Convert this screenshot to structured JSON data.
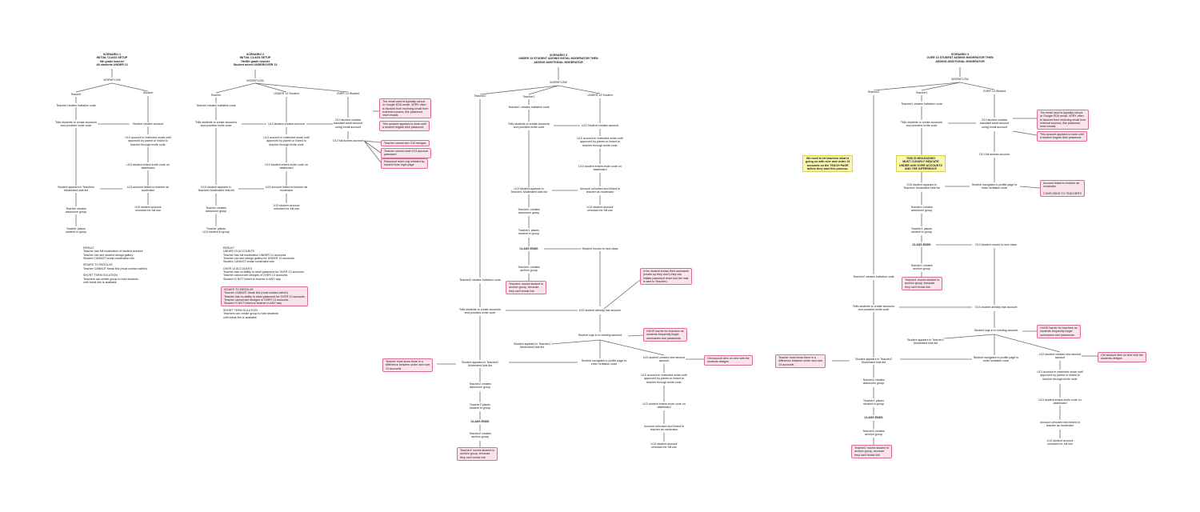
{
  "s1": {
    "title": "SCENARIO 1\nINITIAL CLASS SETUP\n6th grade teacher\nAll students UNDER 13",
    "workflow": "WORKFLOW",
    "teacher": "Teacher",
    "student": "Student",
    "create_code": "Teacher creates invitation code",
    "tells": "Tells students to create accounts\nand provides invite code",
    "student_creates": "Student creates account",
    "restricted": "U13 account in restricted mode until\napproved by parent or linked to\nteacher through invite code",
    "enters_code": "U13 student enters invite code on\ndashboard",
    "appears": "Student appears in Teachers\nModerated kids list",
    "linked": "U13 account linked to teacher as\nmoderator",
    "unlocked": "U13 student account\nunlocked for full use",
    "classroom": "Teacher creates\nclassroom group",
    "places": "Teacher places\nstudent in group",
    "result": "RESULT\nTeacher has full moderation of student account\nTeacher can see student design gallery\nStudent CANNOT break moderation link\n\nISSUES TO RESOLVE\nTeacher CANNOT break link (must contact admin)\n\nSHORT TERM SOLUTION\nTeachers can create group to hold students\nuntil break link is available"
  },
  "s2": {
    "title": "SCENARIO 2\nINITIAL CLASS SETUP\n7th/8th grade teacher\nStudent mixed UNDER/OVER 13",
    "workflow": "WORKFLOW",
    "teacher": "Teacher",
    "under": "UNDER 13 Student",
    "over": "OVER 13 Student",
    "create_code": "Teacher creates invitation code",
    "tells": "Tells students to create accounts\nand provides invite code",
    "u13_creates": "U13 student creates account",
    "o13_creates": "O13 student creates\nstandard adult account\nusing email account",
    "restricted": "U13 account in restricted mode until\napproved by parent or linked to\nteacher through invite code",
    "o13_full": "O13 full access account",
    "enters_code": "U13 student enters invite code on\ndashboard",
    "appears": "U13 student appears in\nTeachers Moderated kids list",
    "linked": "U13 account linked to teacher as\nmoderator",
    "unlocked": "U13 student account\nunlocked for full use",
    "classroom": "Teacher creates\nclassroom group",
    "places": "Teacher places\nU13 student in group",
    "note_email": "The email used is typically school\nor Google EDU email. VERY often\nis blocked from receiving email from\nexternal sources, like password\nreset emails",
    "note_forget": "This account appears to work until\na student forgets their password.",
    "note_designs": "Teacher cannot see O13 designs",
    "note_reset": "Teacher cannot reset O13 account\npassword",
    "note_login": "Password reset only initiated by\nstudent form login page.",
    "result": "RESULT\nUNDER 13 ACCOUNTS\nTeacher has full moderation UNDER 13 accounts\nTeacher can see design gallery for UNDER 13 accounts\nStudent CANNOT break moderation link\n\nOVER 13 ACCOUNTS\nTeacher has no ability to reset password for OVER 13 accounts\nTeacher cannot see designs of OVER 13 accounts\nStudent IS NOT linked to teacher in ANY way",
    "issues": "ISSUES TO RESOLVE\nTeacher CANNOT break link (must contact admin)\nTeacher has no ability to reset password for OVER 13 accounts\nTeacher cannot see designs of OVER 13 accounts\nStudent IS NOT linked to teacher in ANY way",
    "short": "SHORT TERM SOLUTION\nTeachers can create group to hold students\nuntil break link is available"
  },
  "s3": {
    "title": "SCENARIO 3\nUNDER 13 STUDENT ADDING INITIAL MODERATOR THEN\nADDING ADDITIONAL MODERATOR",
    "workflow": "WORKFLOW",
    "teacher2": "Teacher2",
    "teacher1": "Teacher1",
    "under": "UNDER 13 Student",
    "create_code": "Teacher1 creates invitation code",
    "tells": "Tells students to create accounts\nand provides invite code",
    "u13_creates": "U13 Student creates account",
    "restricted": "U13 account in restricted mode until\napproved by parent or linked to\nteacher through invite code",
    "enters_code": "U13 student enters invite code on\ndashboard",
    "appears": "U13 student appears in\nTeacher1 Moderated kids list",
    "unlocked_linked": "Account unlocked and linked to\nteacher as moderator",
    "unlocked": "U13 student account\nunlocked for full use",
    "classroom": "Teacher1 creates\nclassroom group",
    "places": "Teacher1 places\nstudent in group",
    "class_ends": "CLASS ENDS",
    "moves": "Student moves to new class",
    "archive": "Teacher1 creates\narchive group",
    "moves_archive": "Teacher1 moves student to\narchive group, because\nthey can't break link",
    "t2_code": "Teacher2 creates invitation code",
    "t2_tells": "Tells students to create accounts\nand provides invite code",
    "already": "U13 student already has account",
    "note_knows": "If the student knows their username\n(heads up they don't) they can\ninitiate password reset and the mail\nis sent to Teacher1.",
    "logs_in": "Student logs in to existing account",
    "huge": "HUGE barrier for teachers as\nstudents frequently forget\nusernames and passwords",
    "t1_appears": "Student appears in Teacher1\nModerated kids list",
    "t2_appears": "Student appears in Teacher2\nModerated kids list",
    "navigates": "Student navigates to profile page to\nenter invitation code",
    "must_know": "Teacher must know there is a\ndifference between under and over\n13 accounts",
    "new_second": "U13 student creates new second\naccount",
    "old_account": "Old account dies on vine with the\nstudents designs",
    "restricted2": "U13 account in restricted mode until\napproved by parent or linked to\nteacher through invite code",
    "enters2": "U13 student enters invite code on\ndashboard",
    "linked2": "Account unlocked and linked to\nteacher as moderator",
    "unlocked2": "U13 student account\nunlocked for full use",
    "t2_classroom": "Teacher2 creates\nclassroom group",
    "t2_places": "Teacher2 places\nstudent in group",
    "class_ends2": "CLASS ENDS",
    "t2_archive": "Teacher2 creates\narchive group",
    "t2_moves": "Teacher2 moves student to\narchive group, because\nthey can't break link"
  },
  "s4": {
    "title": "SCENARIO 3\nOVER 13 STUDENT ADDING MODERATOR THEN\nADDING ADDITIONAL MODERATOR",
    "workflow": "WORKFLOW",
    "teacher2": "Teacher2",
    "teacher1": "Teacher1",
    "over": "OVER 13 Student",
    "create_code": "Teacher1 creates invitation code",
    "tells": "Tells students to create accounts\nand provides invite code",
    "o13_creates": "O13 student creates\nstandard adult account\nusing email account",
    "note_email": "The email used is typically school\nor Google EDU email. VERY often\nis blocked from receiving email from\nexternal sources, like password\nreset emails",
    "note_forget": "This account appears to work until\na student forgets their password.",
    "o13_full": "O13 full access account",
    "yellow_tell": "We need to let teachers what is\ngoing on with over and under 13\naccounts on the TEACH PAGE\nbefore they start this process.",
    "yellow_misleading": "THIS IS MISLEADING\nMUST CLEARLY INDICATE\nUNDER AND OVER ACCOUNTS\nAND THE DIFFERENCE",
    "appears": "O13 student appears in\nTeacher1 Moderated kids list",
    "navigates": "Student navigates to profile page to\nenter invitation code",
    "linked_note": "Account linked to teacher as\nmoderator\n\nCONFUSING TO TEACHERS",
    "classroom": "Teacher1 creates\nclassroom group",
    "places": "Teacher1 places\nstudent in group",
    "class_ends": "CLASS ENDS",
    "moves": "O13 student moves to new class",
    "archive": "Teacher1 creates\narchive group",
    "moves_archive": "Teacher1 moves student to\narchive group, because\nthey can't break link",
    "t2_code": "Teacher2 creates invitation code",
    "t2_tells": "Tells students to create accounts\nand provides invite code",
    "already": "O13 student already has account",
    "logs_in": "Student logs in to existing account",
    "huge": "HUGE barrier for teachers as\nstudents frequently forget\nusernames and passwords",
    "t1_appears": "Student appears in Teacher1\nModerated kids list",
    "t2_appears": "Student appears in Teacher2\nModerated kids list",
    "navigates2": "Student navigates to profile page to\nenter invitation code",
    "must_know": "Teacher must know there is a\ndifference between under and over\n13 accounts",
    "new_second": "U13 student creates new second\naccount",
    "old_account": "Old account dies on vine with the\nstudents designs",
    "restricted2": "U13 account in restricted mode until\napproved by parent or linked to\nteacher through invite code",
    "enters2": "U13 student enters invite code on\ndashboard",
    "linked2": "Account unlocked and linked to\nteacher as moderator",
    "unlocked2": "U13 student account\nunlocked for full use",
    "t2_classroom": "Teacher2 creates\nclassroom group",
    "t2_places": "Teacher2 places\nstudent in group",
    "class_ends2": "CLASS ENDS",
    "t2_archive": "Teacher2 creates\narchive group",
    "t2_moves": "Teacher2 moves student to\narchive group, because\nthey can't break link"
  }
}
